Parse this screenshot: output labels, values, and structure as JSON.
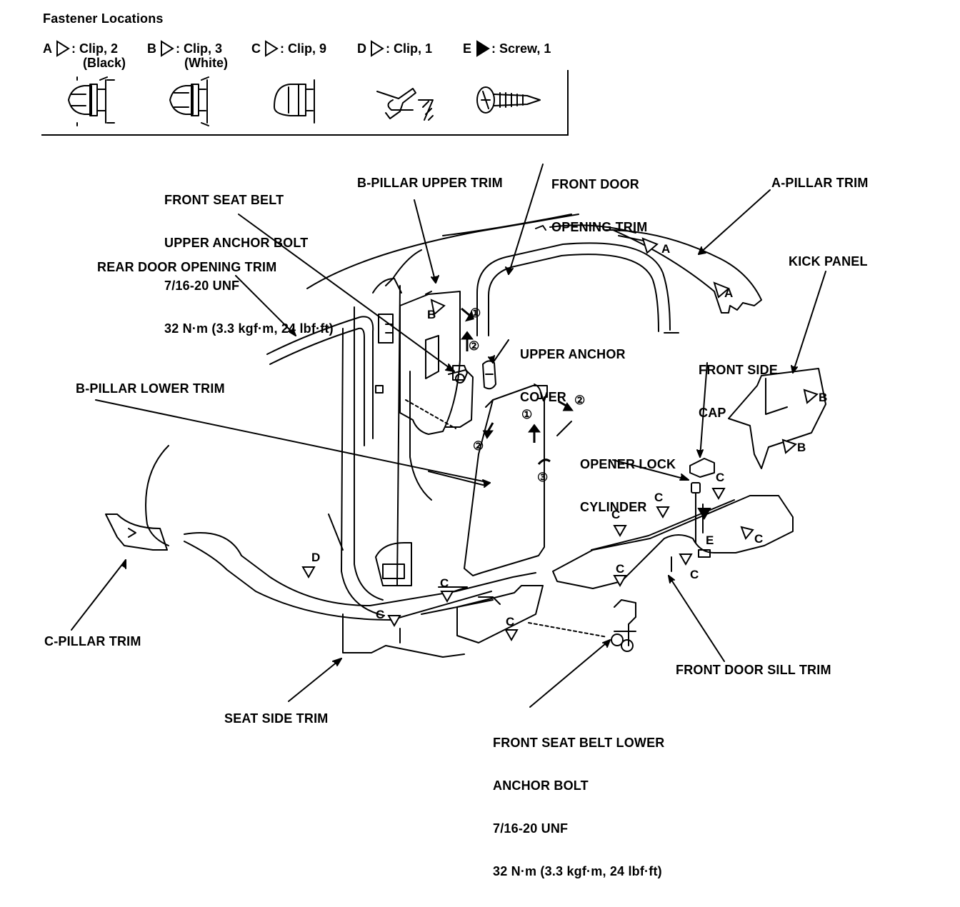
{
  "legend": {
    "heading": "Fastener Locations",
    "items": [
      {
        "letter": "A",
        "text": ": Clip, 2",
        "sub": "(Black)",
        "icon": "clip-black-icon"
      },
      {
        "letter": "B",
        "text": ": Clip, 3",
        "sub": "(White)",
        "icon": "clip-white-icon"
      },
      {
        "letter": "C",
        "text": ": Clip, 9",
        "sub": "",
        "icon": "clip-c-icon"
      },
      {
        "letter": "D",
        "text": ": Clip, 1",
        "sub": "",
        "icon": "clip-d-icon"
      },
      {
        "letter": "E",
        "text": ": Screw, 1",
        "sub": "",
        "icon": "screw-icon"
      }
    ]
  },
  "labels": {
    "front_seat_belt_upper": [
      "FRONT SEAT BELT",
      "UPPER ANCHOR BOLT",
      "7/16-20 UNF",
      "32 N·m (3.3 kgf·m, 24 lbf·ft)"
    ],
    "b_pillar_upper": "B-PILLAR UPPER TRIM",
    "front_door_opening": [
      "FRONT DOOR",
      "OPENING TRIM"
    ],
    "a_pillar": "A-PILLAR TRIM",
    "rear_door_opening": "REAR DOOR OPENING TRIM",
    "kick_panel": "KICK PANEL",
    "upper_anchor_cover": [
      "UPPER ANCHOR",
      "COVER"
    ],
    "front_side_cap": [
      "FRONT SIDE",
      "CAP"
    ],
    "b_pillar_lower": "B-PILLAR LOWER TRIM",
    "opener_lock": [
      "OPENER LOCK",
      "CYLINDER"
    ],
    "c_pillar": "C-PILLAR TRIM",
    "front_door_sill": "FRONT DOOR SILL TRIM",
    "seat_side": "SEAT SIDE TRIM",
    "front_seat_belt_lower": [
      "FRONT SEAT BELT LOWER",
      "ANCHOR BOLT",
      "7/16-20 UNF",
      "32 N·m (3.3 kgf·m, 24 lbf·ft)"
    ]
  },
  "markers": {
    "a": "A",
    "b": "B",
    "c": "C",
    "d": "D",
    "e": "E",
    "step1": "①",
    "step2": "②",
    "step3": "③"
  }
}
